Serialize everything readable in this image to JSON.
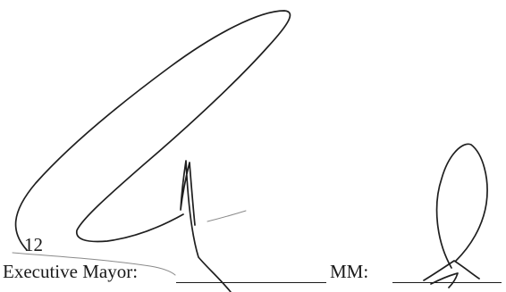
{
  "page": {
    "page_number": "12"
  },
  "signatures": {
    "executive_mayor_label": "Executive Mayor:",
    "mm_label": "MM:"
  }
}
